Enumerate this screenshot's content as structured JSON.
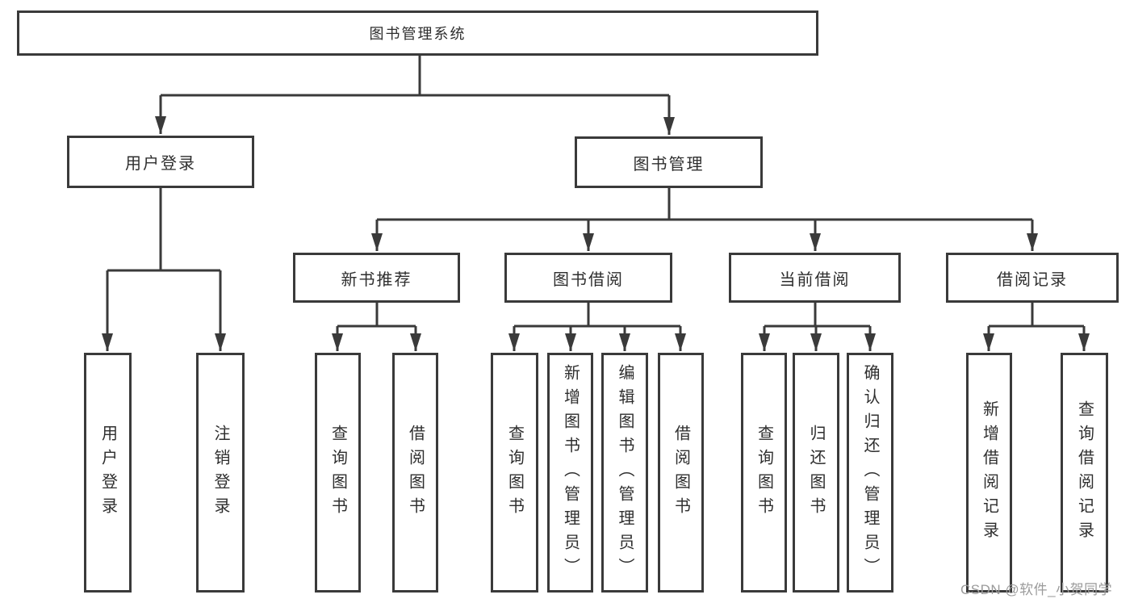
{
  "diagram": {
    "root": {
      "label": "图书管理系统"
    },
    "branches": [
      {
        "label": "用户登录",
        "children": [
          {
            "label": "用户登录"
          },
          {
            "label": "注销登录"
          }
        ]
      },
      {
        "label": "图书管理",
        "children": [
          {
            "label": "新书推荐",
            "children": [
              {
                "label": "查询图书"
              },
              {
                "label": "借阅图书"
              }
            ]
          },
          {
            "label": "图书借阅",
            "children": [
              {
                "label": "查询图书"
              },
              {
                "label": "新增图书（管理员）"
              },
              {
                "label": "编辑图书（管理员）"
              },
              {
                "label": "借阅图书"
              }
            ]
          },
          {
            "label": "当前借阅",
            "children": [
              {
                "label": "查询图书"
              },
              {
                "label": "归还图书"
              },
              {
                "label": "确认归还（管理员）"
              }
            ]
          },
          {
            "label": "借阅记录",
            "children": [
              {
                "label": "新增借阅记录"
              },
              {
                "label": "查询借阅记录"
              }
            ]
          }
        ]
      }
    ]
  },
  "watermark": {
    "text": "CSDN @软件_小贺同学"
  },
  "colors": {
    "line": "#3a3a3a",
    "text": "#2e2e2e",
    "background": "#ffffff",
    "watermark": "#9b9b9b"
  }
}
